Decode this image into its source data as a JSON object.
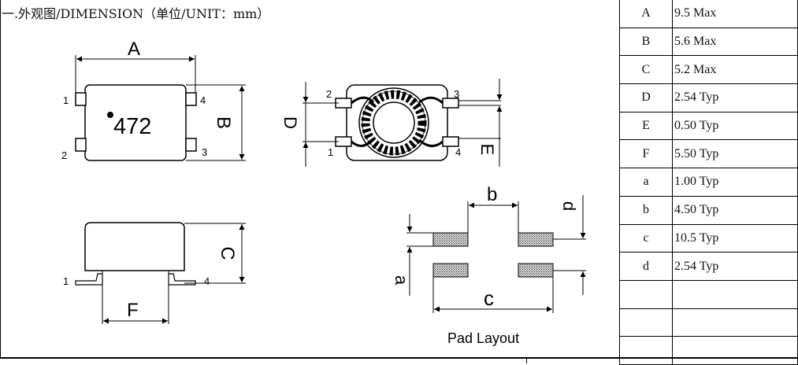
{
  "title": "一.外观图/DIMENSION（单位/UNIT：mm）",
  "diagram": {
    "marking": "472",
    "pad_layout_label": "Pad Layout",
    "dim_labels": {
      "A": "A",
      "B": "B",
      "C": "C",
      "D": "D",
      "E": "E",
      "F": "F",
      "a": "a",
      "b": "b",
      "c": "c",
      "d": "d"
    },
    "pins": {
      "p1": "1",
      "p2": "2",
      "p3": "3",
      "p4": "4"
    }
  },
  "table": {
    "rows": [
      {
        "key": "A",
        "value": "9.5 Max"
      },
      {
        "key": "B",
        "value": "5.6 Max"
      },
      {
        "key": "C",
        "value": "5.2 Max"
      },
      {
        "key": "D",
        "value": "2.54 Typ"
      },
      {
        "key": "E",
        "value": "0.50 Typ"
      },
      {
        "key": "F",
        "value": "5.50 Typ"
      },
      {
        "key": "a",
        "value": "1.00 Typ"
      },
      {
        "key": "b",
        "value": "4.50 Typ"
      },
      {
        "key": "c",
        "value": "10.5 Typ"
      },
      {
        "key": "d",
        "value": "2.54 Typ"
      },
      {
        "key": "",
        "value": ""
      },
      {
        "key": "",
        "value": ""
      },
      {
        "key": "",
        "value": ""
      }
    ]
  }
}
